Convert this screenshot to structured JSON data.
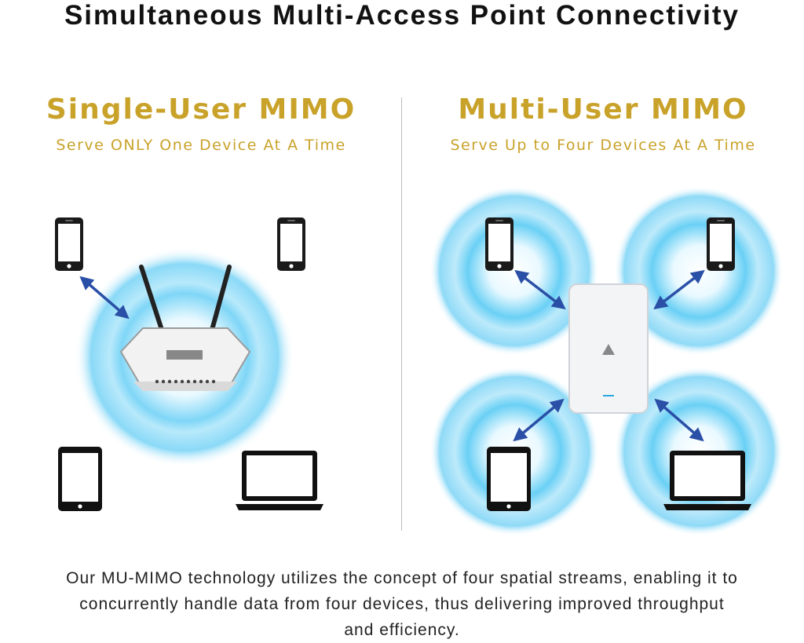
{
  "title": "Simultaneous Multi-Access Point Connectivity",
  "single_user": {
    "heading": "Single-User MIMO",
    "subheading": "Serve ONLY One Device At A Time"
  },
  "multi_user": {
    "heading": "Multi-User MIMO",
    "subheading": "Serve Up to Four Devices At A Time"
  },
  "caption_lines": [
    "Our MU-MIMO technology utilizes the concept of four spatial streams, enabling it to",
    "concurrently handle data from four devices, thus delivering improved throughput",
    "and efficiency."
  ],
  "icons": {
    "router": "wifi-router-icon",
    "access_point": "access-point-icon",
    "phone": "smartphone-icon",
    "tablet": "tablet-icon",
    "laptop": "laptop-icon",
    "arrow": "double-arrow-icon"
  },
  "colors": {
    "gold": "#c9a22a",
    "signal_blue": "#6fd3f5",
    "arrow_blue": "#2a4fa6",
    "device_dark": "#111111"
  }
}
